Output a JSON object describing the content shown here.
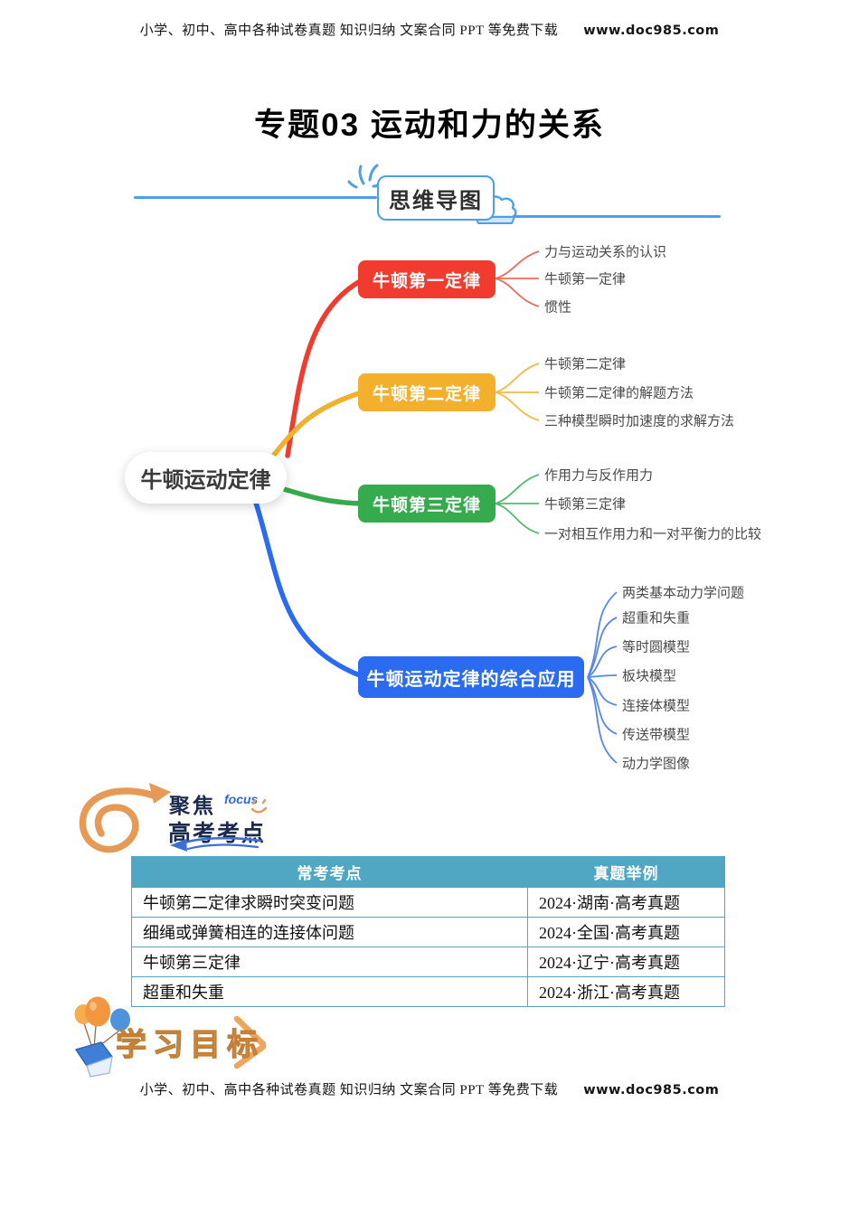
{
  "page": {
    "header_text": "小学、初中、高中各种试卷真题 知识归纳 文案合同 PPT 等免费下载",
    "header_url": "www.doc985.com",
    "footer_text": "小学、初中、高中各种试卷真题 知识归纳 文案合同 PPT 等免费下载",
    "footer_url": "www.doc985.com",
    "title": "专题03 运动和力的关系"
  },
  "mindmap_header": {
    "label": "思维导图"
  },
  "mindmap": {
    "root": {
      "label": "牛顿运动定律"
    },
    "branches": [
      {
        "label": "牛顿第一定律",
        "color": "#f23b2f",
        "children": [
          "力与运动关系的认识",
          "牛顿第一定律",
          "惯性"
        ]
      },
      {
        "label": "牛顿第二定律",
        "color": "#f2b02c",
        "children": [
          "牛顿第二定律",
          "牛顿第二定律的解题方法",
          "三种模型瞬时加速度的求解方法"
        ]
      },
      {
        "label": "牛顿第三定律",
        "color": "#35ab4e",
        "children": [
          "作用力与反作用力",
          "牛顿第三定律",
          "一对相互作用力和一对平衡力的比较"
        ]
      },
      {
        "label": "牛顿运动定律的综合应用",
        "color": "#2a6bf2",
        "children": [
          "两类基本动力学问题",
          "超重和失重",
          "等时圆模型",
          "板块模型",
          "连接体模型",
          "传送带模型",
          "动力学图像"
        ]
      }
    ]
  },
  "focus_section": {
    "line1": "聚焦",
    "focus_label": "focus",
    "line2": "高考考点"
  },
  "exam_table": {
    "header_bg": "#4fa7c4",
    "headers": [
      "常考考点",
      "真题举例"
    ],
    "rows": [
      [
        "牛顿第二定律求瞬时突变问题",
        "2024·湖南·高考真题"
      ],
      [
        "细绳或弹簧相连的连接体问题",
        "2024·全国·高考真题"
      ],
      [
        "牛顿第三定律",
        "2024·辽宁·高考真题"
      ],
      [
        "超重和失重",
        "2024·浙江·高考真题"
      ]
    ]
  },
  "goals_section": {
    "label": "学习目标"
  }
}
